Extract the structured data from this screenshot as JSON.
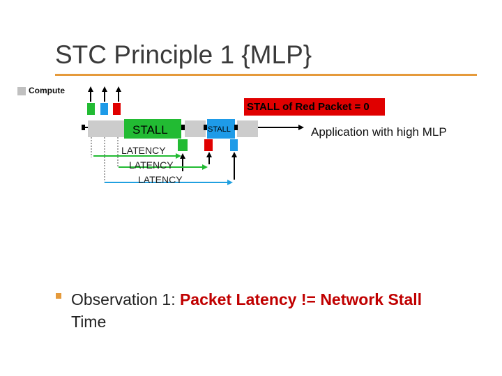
{
  "title": "STC Principle 1 {MLP}",
  "legend": {
    "label": "Compute",
    "color": "#c0c0c0"
  },
  "banner": {
    "text": "STALL of Red Packet = 0",
    "color": "#e00000"
  },
  "app_label": "Application with high MLP",
  "diagram": {
    "stall_big": "STALL",
    "stall_small": "STALL",
    "latency_labels": [
      "LATENCY",
      "LATENCY",
      "LATENCY"
    ],
    "colors": {
      "green": "#22bb33",
      "blue": "#1e9be8",
      "red": "#e00000",
      "compute": "#cccccc",
      "arrow": "#000000",
      "latency_line": "#22bb33",
      "latency_line2": "#20a0e0"
    }
  },
  "observation": {
    "prefix": "Observation 1: ",
    "highlight": "Packet Latency != Network Stall",
    "suffix": "Time",
    "bullet_color": "#e59a3b",
    "highlight_color": "#c00000"
  }
}
